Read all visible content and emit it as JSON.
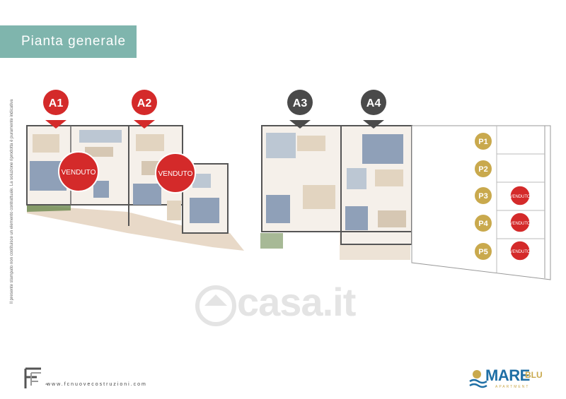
{
  "header": {
    "title": "Pianta generale"
  },
  "disclaimer": "Il presente stampato non costituisce un elemento contrattuale. La soluzione riprodotta è puramente indicativa",
  "apartments": [
    {
      "label": "A1",
      "status_color": "#d42a2a",
      "status": "VENDUTO"
    },
    {
      "label": "A2",
      "status_color": "#d42a2a",
      "status": "VENDUTO"
    },
    {
      "label": "A3",
      "status_color": "#4a4a4a"
    },
    {
      "label": "A4",
      "status_color": "#4a4a4a"
    }
  ],
  "parking": [
    {
      "label": "P1"
    },
    {
      "label": "P2"
    },
    {
      "label": "P3",
      "status": "VENDUTO"
    },
    {
      "label": "P4",
      "status": "VENDUTO"
    },
    {
      "label": "P5",
      "status": "VENDUTO"
    }
  ],
  "footer": {
    "website": "www.fcnuovecostruzioni.com",
    "brand_mare": "MARE",
    "brand_blu": "BLU",
    "brand_sub": "APARTMENT"
  },
  "watermark": "casa.it",
  "colors": {
    "title_bg": "#7fb5ad",
    "sold_red": "#d42a2a",
    "available_dark": "#4a4a4a",
    "parking_gold": "#c9a94d",
    "brand_blue": "#1f6fa5"
  }
}
